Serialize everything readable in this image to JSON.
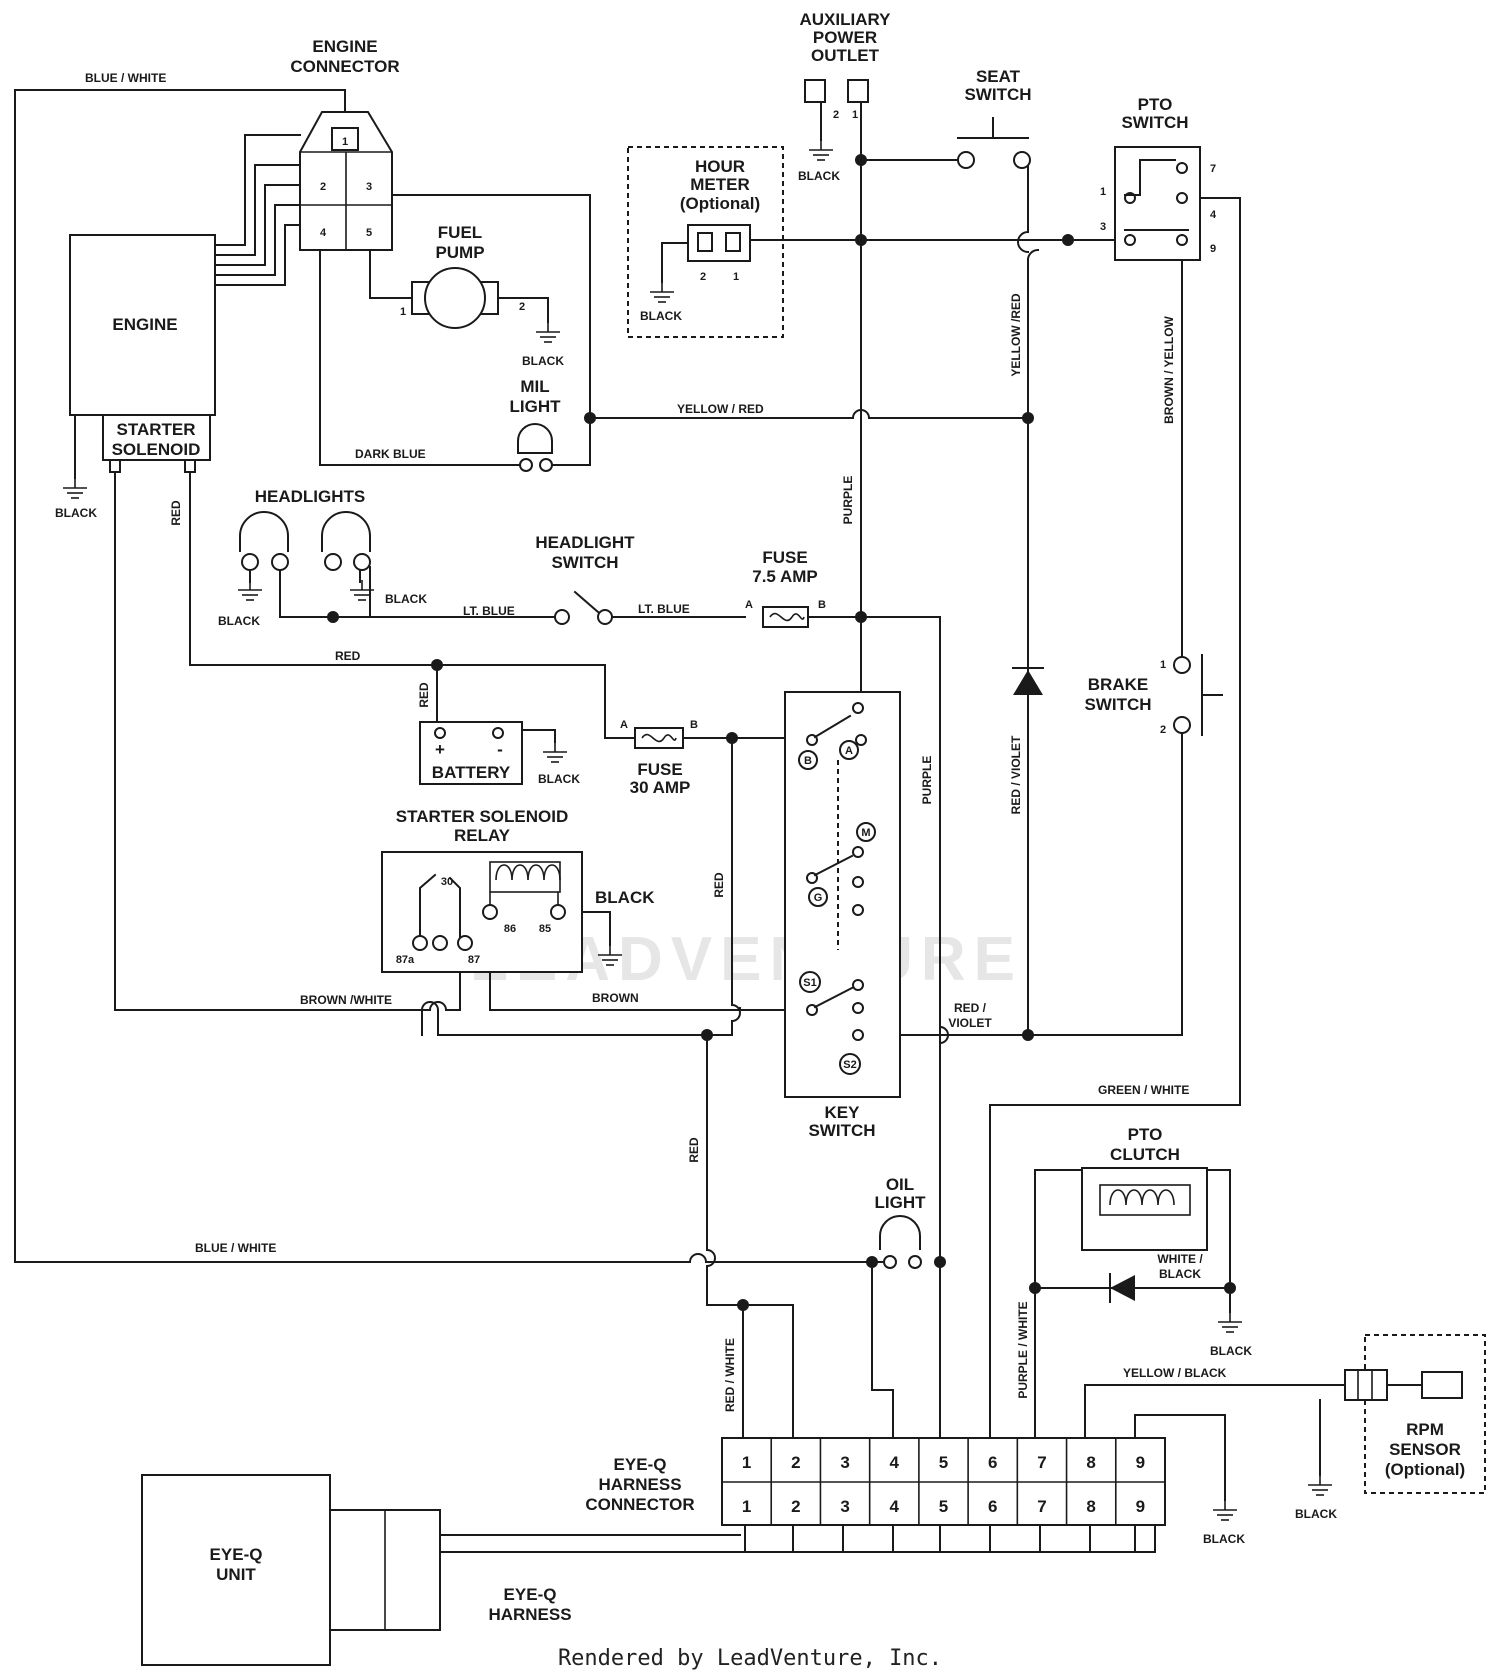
{
  "watermark": "LEADVENTURE",
  "footer": "Rendered by LeadVenture, Inc.",
  "components": {
    "engine_connector": [
      "ENGINE",
      "CONNECTOR"
    ],
    "engine": "ENGINE",
    "starter_solenoid": [
      "STARTER",
      "SOLENOID"
    ],
    "fuel_pump": [
      "FUEL",
      "PUMP"
    ],
    "mil_light": [
      "MIL",
      "LIGHT"
    ],
    "aux_outlet": [
      "AUXILIARY",
      "POWER",
      "OUTLET"
    ],
    "hour_meter": [
      "HOUR",
      "METER",
      "(Optional)"
    ],
    "seat_switch": [
      "SEAT",
      "SWITCH"
    ],
    "pto_switch": [
      "PTO",
      "SWITCH"
    ],
    "headlights": "HEADLIGHTS",
    "headlight_switch": [
      "HEADLIGHT",
      "SWITCH"
    ],
    "fuse_75": [
      "FUSE",
      "7.5 AMP"
    ],
    "fuse_30": [
      "FUSE",
      "30 AMP"
    ],
    "battery": "BATTERY",
    "brake_switch": [
      "BRAKE",
      "SWITCH"
    ],
    "relay": [
      "STARTER SOLENOID",
      "RELAY"
    ],
    "key_switch": [
      "KEY",
      "SWITCH"
    ],
    "oil_light": [
      "OIL",
      "LIGHT"
    ],
    "pto_clutch": [
      "PTO",
      "CLUTCH"
    ],
    "rpm_sensor": [
      "RPM",
      "SENSOR",
      "(Optional)"
    ],
    "eyeq_connector": [
      "EYE-Q",
      "HARNESS",
      "CONNECTOR"
    ],
    "eyeq_unit": [
      "EYE-Q",
      "UNIT"
    ],
    "eyeq_harness": [
      "EYE-Q",
      "HARNESS"
    ]
  },
  "wires": {
    "blue_white": "BLUE / WHITE",
    "black": "BLACK",
    "dark_blue": "DARK BLUE",
    "yellow_red": "YELLOW / RED",
    "yellow_red_v": "YELLOW /RED",
    "brown_yellow": "BROWN / YELLOW",
    "purple": "PURPLE",
    "red": "RED",
    "lt_blue": "LT. BLUE",
    "red_violet": "RED / VIOLET",
    "red_violet_2": [
      "RED /",
      "VIOLET"
    ],
    "brown_white": "BROWN /WHITE",
    "brown": "BROWN",
    "green_white": "GREEN / WHITE",
    "white_black": [
      "WHITE /",
      "BLACK"
    ],
    "red_white": "RED / WHITE",
    "purple_white": "PURPLE / WHITE",
    "yellow_black": "YELLOW / BLACK"
  },
  "pins": {
    "engine_connector": [
      "1",
      "2",
      "3",
      "4",
      "5"
    ],
    "fuel_pump": [
      "1",
      "2"
    ],
    "aux_outlet": [
      "2",
      "1"
    ],
    "hour_meter": [
      "2",
      "1"
    ],
    "pto_switch": [
      "7",
      "1",
      "4",
      "3",
      "9"
    ],
    "brake_switch": [
      "1",
      "2"
    ],
    "fuse": [
      "A",
      "B"
    ],
    "battery": [
      "+",
      "-"
    ],
    "relay": [
      "30",
      "86",
      "85",
      "87a",
      "87"
    ],
    "key_switch": [
      "B",
      "A",
      "M",
      "G",
      "S1",
      "S2"
    ],
    "eyeq": [
      "1",
      "2",
      "3",
      "4",
      "5",
      "6",
      "7",
      "8",
      "9"
    ]
  }
}
